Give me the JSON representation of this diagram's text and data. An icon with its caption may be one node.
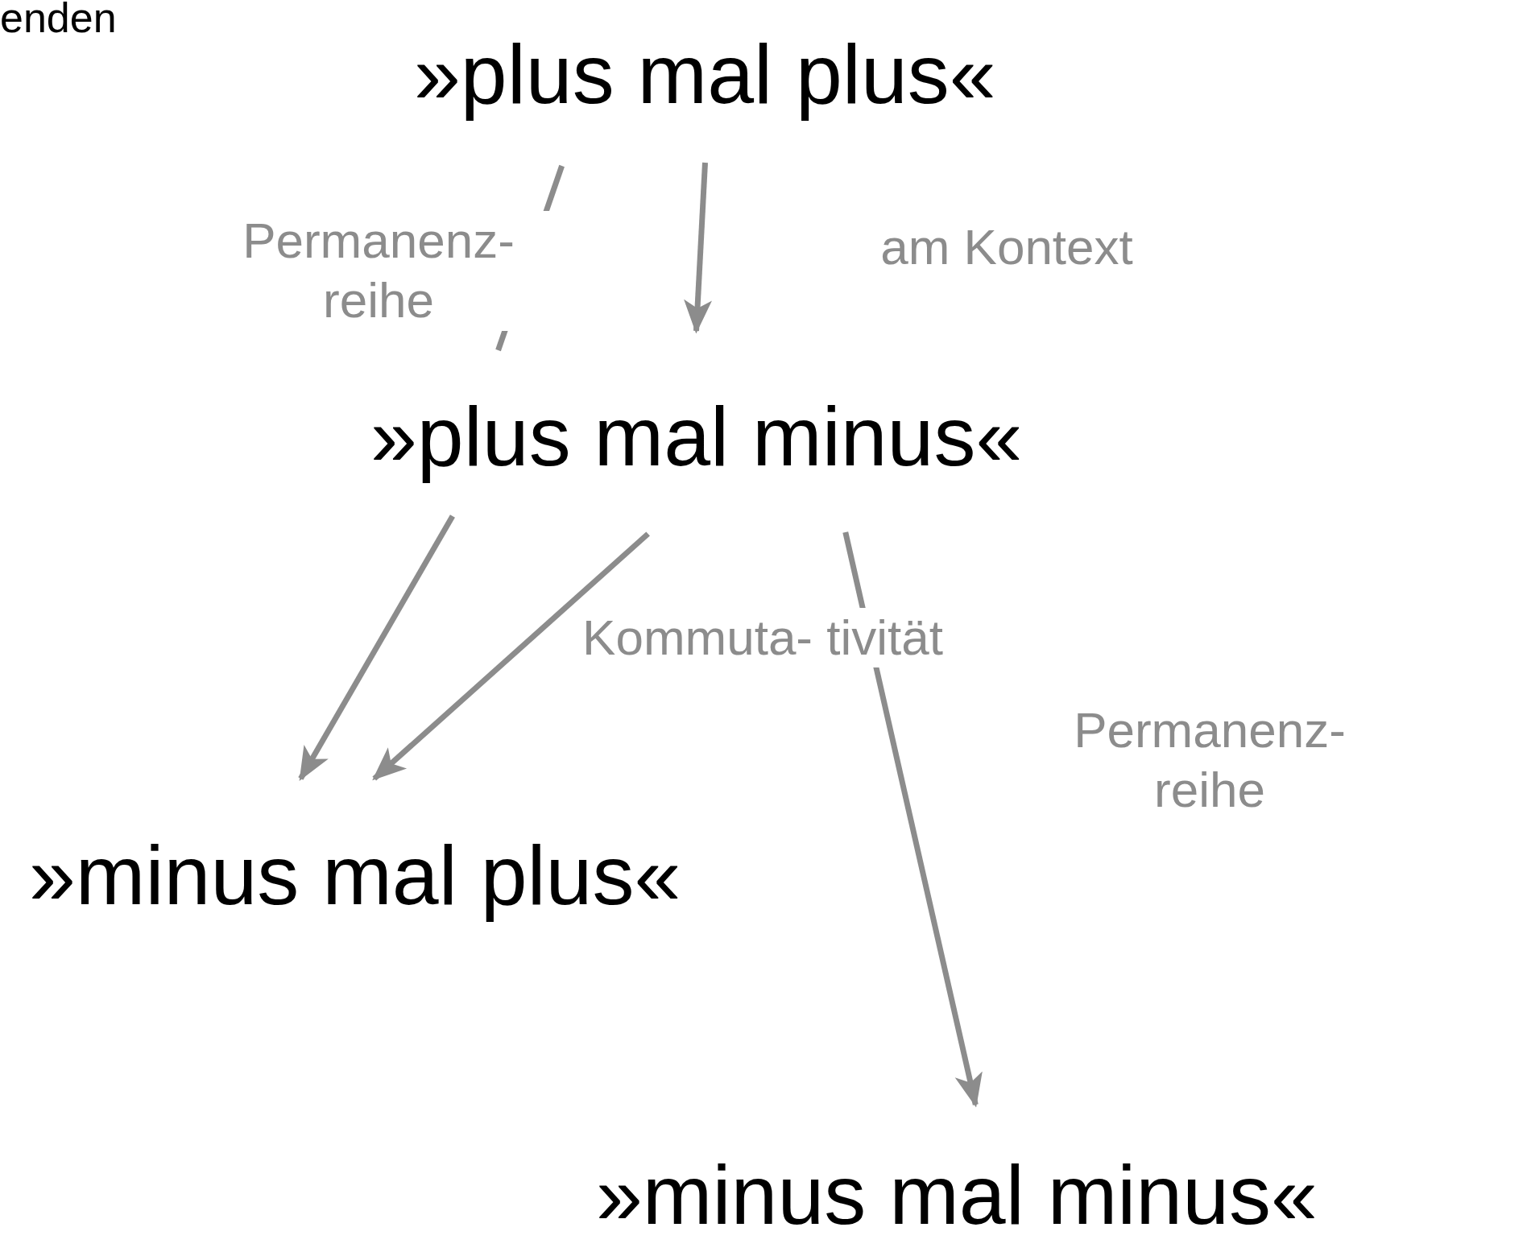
{
  "diagram": {
    "nodes": [
      {
        "text": [
          "»plus mal plus«"
        ]
      },
      {
        "text": [
          "»plus mal minus«"
        ]
      },
      {
        "text": [
          "»minus mal plus«"
        ]
      },
      {
        "text": [
          "»minus mal minus«"
        ]
      }
    ],
    "edges": [
      {
        "from": 0,
        "to": 1,
        "arrow": "none",
        "label": "Permanenz- reihe"
      },
      {
        "from": 0,
        "to": 1,
        "arrow": "to",
        "label": "am Kontext"
      },
      {
        "from": 1,
        "to": 2,
        "arrow": "to"
      },
      {
        "from": 1,
        "to": 2,
        "arrow": "to",
        "label": "Kommuta- tivität"
      },
      {
        "from": 1,
        "to": 3,
        "arrow": "to",
        "label": "Permanenz- reihe"
      }
    ],
    "labels": [
      "enden"
    ]
  }
}
